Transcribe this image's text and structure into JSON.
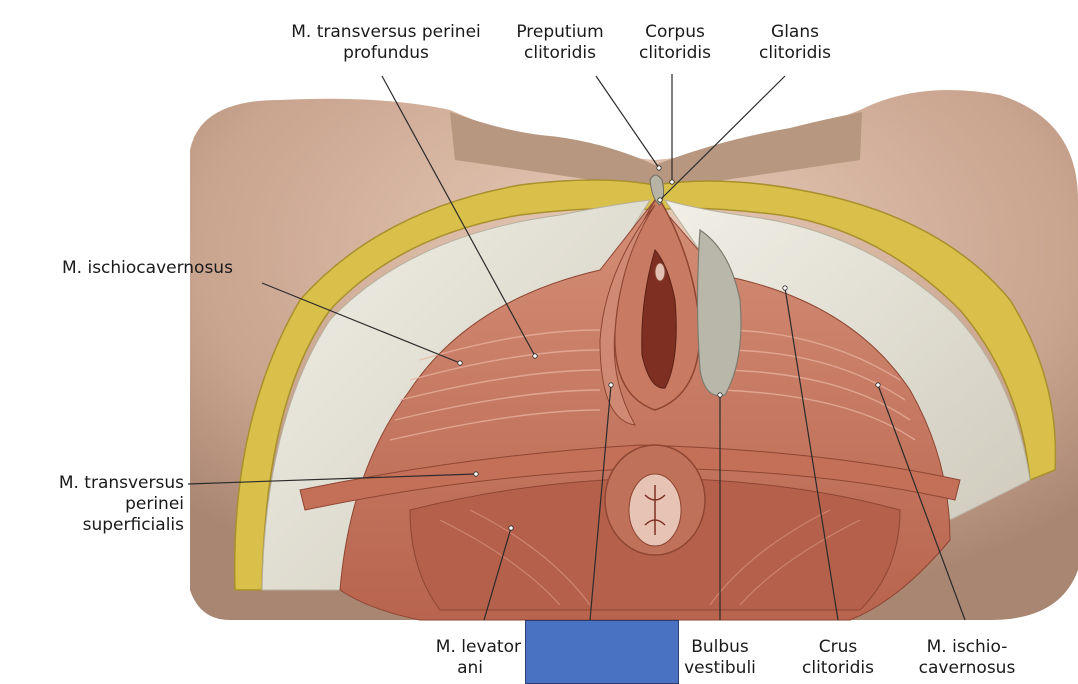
{
  "labels": {
    "transversus_profundus": [
      "M. transversus perinei",
      "profundus"
    ],
    "preputium": [
      "Preputium",
      "clitoridis"
    ],
    "corpus": [
      "Corpus",
      "clitoridis"
    ],
    "glans": [
      "Glans",
      "clitoridis"
    ],
    "ischiocavernosus_left": [
      "M. ischiocavernosus"
    ],
    "transversus_superficialis": [
      "M. transversus",
      "perinei",
      "superficialis"
    ],
    "levator_ani": [
      "M. levator",
      "ani"
    ],
    "bulbus": [
      "Bulbus",
      "vestibuli"
    ],
    "crus": [
      "Crus",
      "clitoridis"
    ],
    "ischiocavernosus_right": [
      "M. ischio-",
      "cavernosus"
    ]
  },
  "colors": {
    "skin": "#c9a48f",
    "muscle": "#c87a62",
    "fat": "#d8c04a",
    "fascia": "#e6e3d6",
    "leader_line": "#2b2b2b",
    "mask_box": "#4a72c2"
  }
}
